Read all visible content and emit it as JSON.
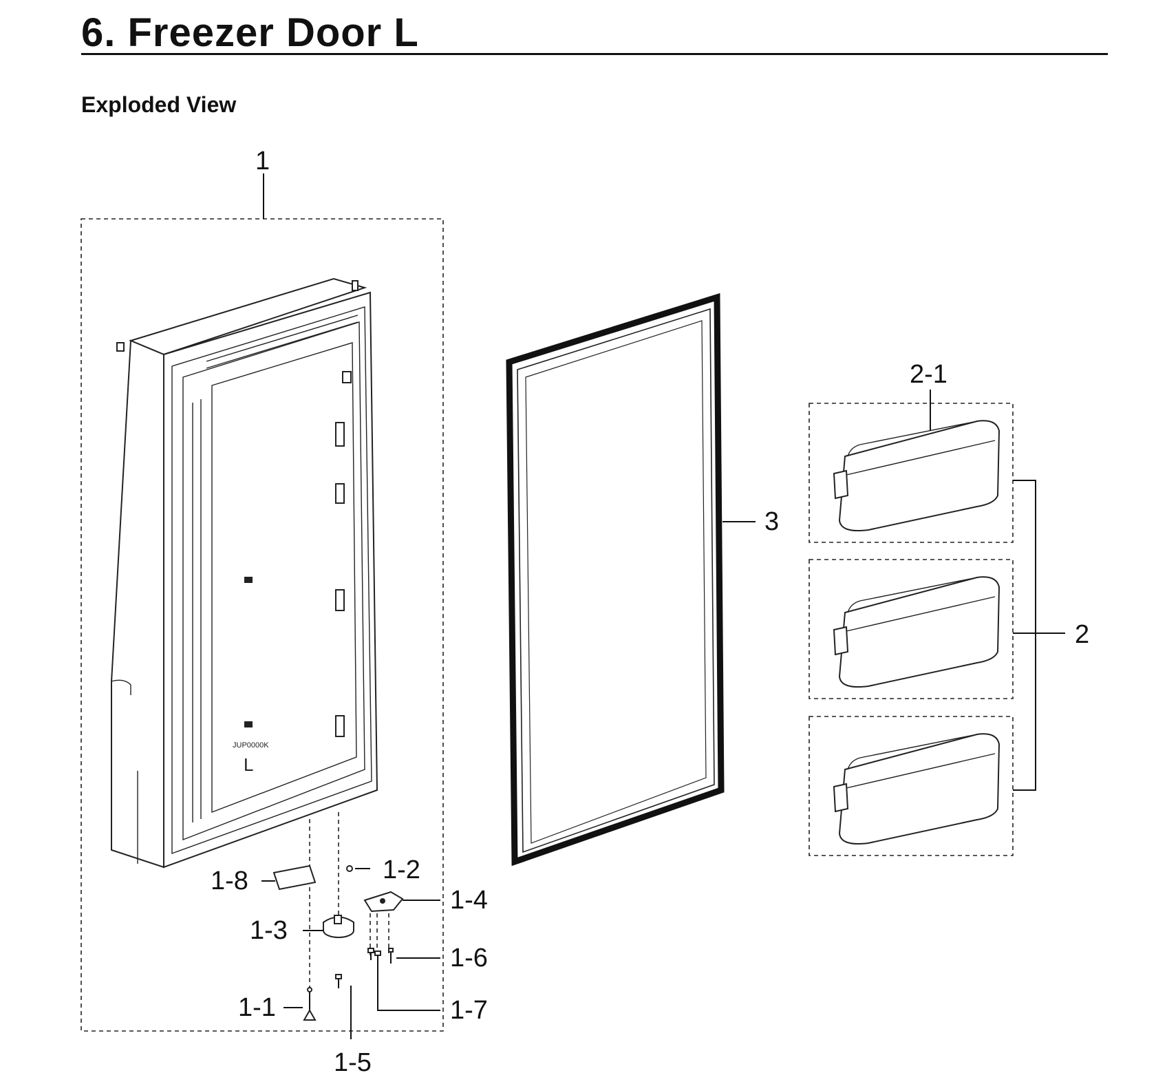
{
  "header": {
    "title": "6.  Freezer Door L",
    "subtitle": "Exploded View"
  },
  "door_marking": {
    "model_code": "JUP0000K",
    "side": "L"
  },
  "parts": {
    "p1": "1",
    "p1_1": "1-1",
    "p1_2": "1-2",
    "p1_3": "1-3",
    "p1_4": "1-4",
    "p1_5": "1-5",
    "p1_6": "1-6",
    "p1_7": "1-7",
    "p1_8": "1-8",
    "p2": "2",
    "p2_1": "2-1",
    "p3": "3"
  }
}
